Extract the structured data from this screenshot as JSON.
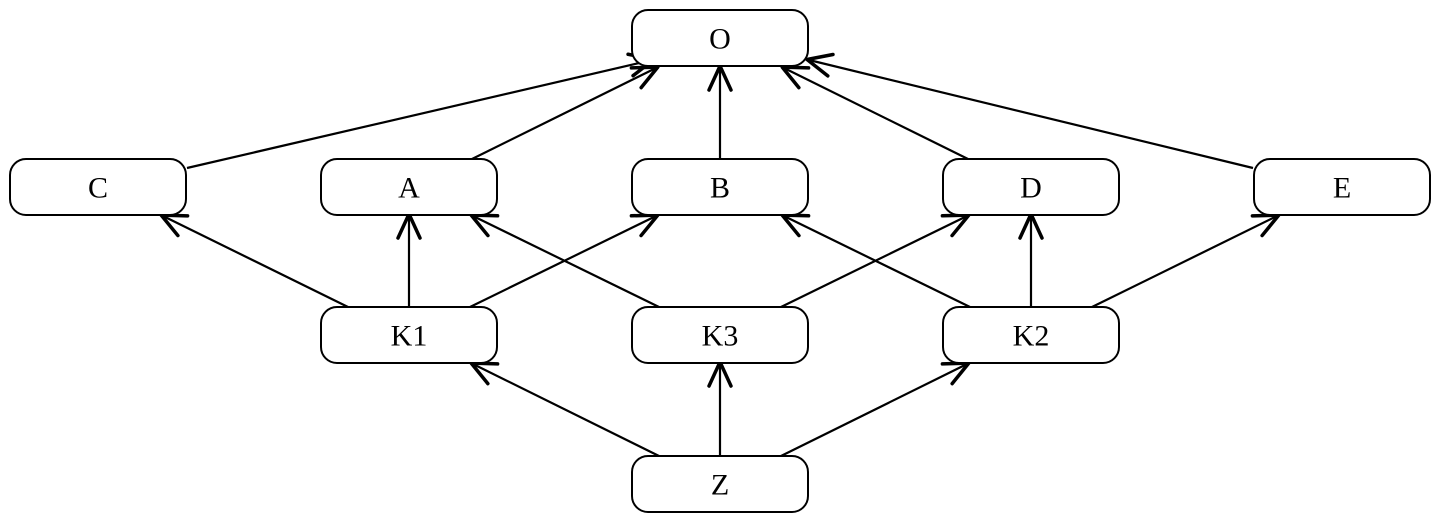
{
  "diagram": {
    "nodes": [
      {
        "id": "O",
        "label": "O"
      },
      {
        "id": "C",
        "label": "C"
      },
      {
        "id": "A",
        "label": "A"
      },
      {
        "id": "B",
        "label": "B"
      },
      {
        "id": "D",
        "label": "D"
      },
      {
        "id": "E",
        "label": "E"
      },
      {
        "id": "K1",
        "label": "K1"
      },
      {
        "id": "K3",
        "label": "K3"
      },
      {
        "id": "K2",
        "label": "K2"
      },
      {
        "id": "Z",
        "label": "Z"
      }
    ],
    "edges": [
      {
        "from": "C",
        "to": "O"
      },
      {
        "from": "A",
        "to": "O"
      },
      {
        "from": "B",
        "to": "O"
      },
      {
        "from": "D",
        "to": "O"
      },
      {
        "from": "E",
        "to": "O"
      },
      {
        "from": "K1",
        "to": "C"
      },
      {
        "from": "K1",
        "to": "A"
      },
      {
        "from": "K1",
        "to": "B"
      },
      {
        "from": "K3",
        "to": "A"
      },
      {
        "from": "K3",
        "to": "D"
      },
      {
        "from": "K2",
        "to": "B"
      },
      {
        "from": "K2",
        "to": "D"
      },
      {
        "from": "K2",
        "to": "E"
      },
      {
        "from": "Z",
        "to": "K1"
      },
      {
        "from": "Z",
        "to": "K3"
      },
      {
        "from": "Z",
        "to": "K2"
      }
    ]
  }
}
